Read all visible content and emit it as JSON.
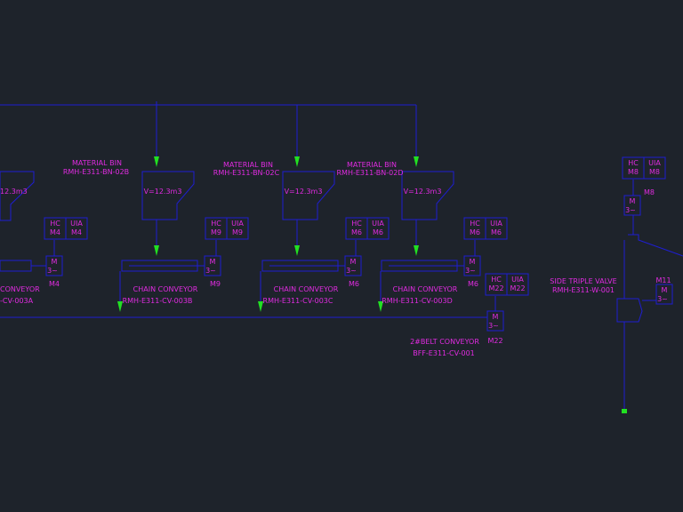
{
  "colors": {
    "background": "#1e232b",
    "line": "#1e1ed2",
    "label": "#e02be0",
    "flow_arrow": "#22e022",
    "outlet_marker": "#22e022"
  },
  "bins": [
    {
      "id": "bin-01",
      "volume": "12.3m3",
      "title": "",
      "tag": ""
    },
    {
      "id": "bin-02b",
      "volume": "V=12.3m3",
      "title": "MATERIAL BIN",
      "tag": "RMH-E311-BN-02B"
    },
    {
      "id": "bin-02c",
      "volume": "V=12.3m3",
      "title": "MATERIAL BIN",
      "tag": "RMH-E311-BN-02C"
    },
    {
      "id": "bin-02d",
      "volume": "V=12.3m3",
      "title": "MATERIAL BIN",
      "tag": "RMH-E311-BN-02D"
    }
  ],
  "conveyors": [
    {
      "id": "cv-003a",
      "title": "CONVEYOR",
      "tag": "-CV-003A"
    },
    {
      "id": "cv-003b",
      "title": "CHAIN  CONVEYOR",
      "tag": "RMH-E311-CV-003B"
    },
    {
      "id": "cv-003c",
      "title": "CHAIN  CONVEYOR",
      "tag": "RMH-E311-CV-003C"
    },
    {
      "id": "cv-003d",
      "title": "CHAIN  CONVEYOR",
      "tag": "RMH-E311-CV-003D"
    },
    {
      "id": "belt-cv-001",
      "title": "2#BELT CONVEYOR",
      "tag": "BFF-E311-CV-001"
    },
    {
      "id": "triple-valve",
      "title": "SIDE TRIPLE VALVE",
      "tag": "RMH-E311-W-001"
    }
  ],
  "instruments": [
    {
      "id": "inst-m4",
      "hc": "HC",
      "uia": "UIA",
      "motor": "M4"
    },
    {
      "id": "inst-m9",
      "hc": "HC",
      "uia": "UIA",
      "motor": "M9"
    },
    {
      "id": "inst-m6a",
      "hc": "HC",
      "uia": "UIA",
      "motor": "M6"
    },
    {
      "id": "inst-m6b",
      "hc": "HC",
      "uia": "UIA",
      "motor": "M6"
    },
    {
      "id": "inst-m22",
      "hc": "HC",
      "uia": "UIA",
      "motor": "M22"
    },
    {
      "id": "inst-m8",
      "hc": "HC",
      "uia": "UIA",
      "motor": "M8"
    }
  ],
  "motors": [
    {
      "id": "motor-m4",
      "symbol": "M",
      "phase": "3~",
      "tag": "M4"
    },
    {
      "id": "motor-m9",
      "symbol": "M",
      "phase": "3~",
      "tag": "M9"
    },
    {
      "id": "motor-m6a",
      "symbol": "M",
      "phase": "3~",
      "tag": "M6"
    },
    {
      "id": "motor-m6b",
      "symbol": "M",
      "phase": "3~",
      "tag": "M6"
    },
    {
      "id": "motor-m22",
      "symbol": "M",
      "phase": "3~",
      "tag": "M22"
    },
    {
      "id": "motor-m8",
      "symbol": "M",
      "phase": "3~",
      "tag": "M8"
    },
    {
      "id": "motor-m11",
      "symbol": "M",
      "phase": "3~",
      "tag": "M11"
    }
  ]
}
